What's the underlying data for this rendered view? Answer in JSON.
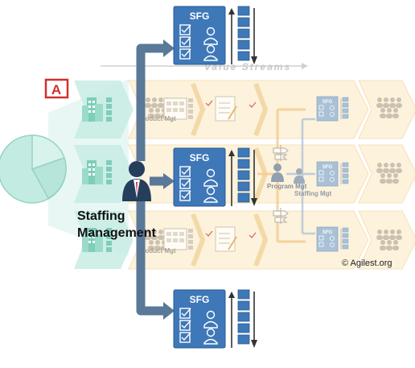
{
  "diagram": {
    "staffing_management": {
      "line1": "Staffing",
      "line2": "Management"
    },
    "sfg_label": "SFG",
    "value_streams_label": "Value Streams",
    "product_mgt_label": "Product Mgt",
    "program_mgt_label": "Program Mgt",
    "staffing_mgt_label": "Staffing Mgt",
    "copyright": "© Agilest.org",
    "logo_letter": "A",
    "colors": {
      "box_blue": "#3e78b8",
      "box_blue_light": "#8bb0d6",
      "arrow_steel": "#5a7898",
      "stream_band": "#fbe7c2",
      "stream_stroke": "#f1d39a",
      "teal": "#c7ece4",
      "teal_dark": "#7fcdbb",
      "pie_fill": "#bfe8df",
      "pie_stroke": "#8fcfc0",
      "logo_red": "#d0312d",
      "person_navy": "#243e5c"
    },
    "icons": [
      "building-icon",
      "team-icon",
      "board-icon",
      "checklist-icon",
      "person-icon",
      "signpost-icon",
      "manager-icon",
      "pie-chart-icon"
    ]
  }
}
